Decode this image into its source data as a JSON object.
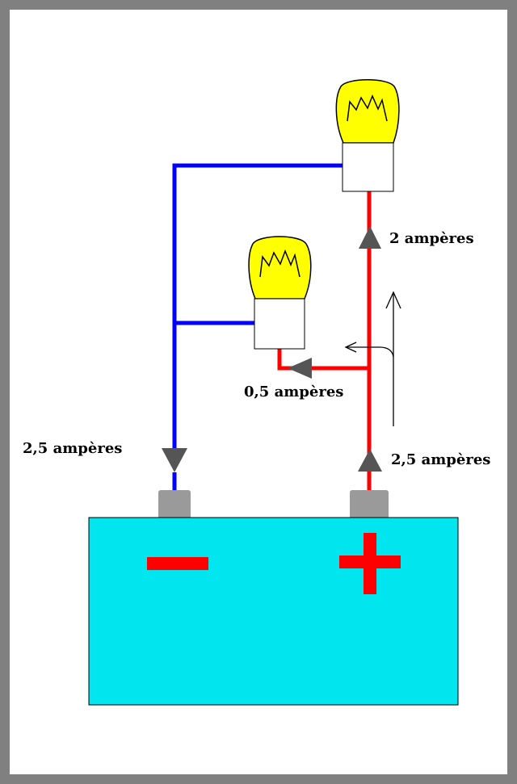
{
  "labels": {
    "top_bulb_current": "2 ampères",
    "lower_bulb_current": "0,5 ampères",
    "negative_return_current": "2,5 ampères",
    "positive_supply_current": "2,5 ampères"
  },
  "battery": {
    "negative_symbol": "minus",
    "positive_symbol": "plus"
  },
  "colors": {
    "border": "#808080",
    "background": "#ffffff",
    "battery_body": "#00e5ee",
    "battery_terminal": "#9a9a9a",
    "positive_wire": "#ff0000",
    "negative_wire": "#0000ff",
    "bulb_glass": "#ffff00",
    "arrow": "#555555"
  },
  "icons": {
    "bulb": "light-bulb-icon",
    "current_arrow": "triangle-arrow-icon"
  }
}
